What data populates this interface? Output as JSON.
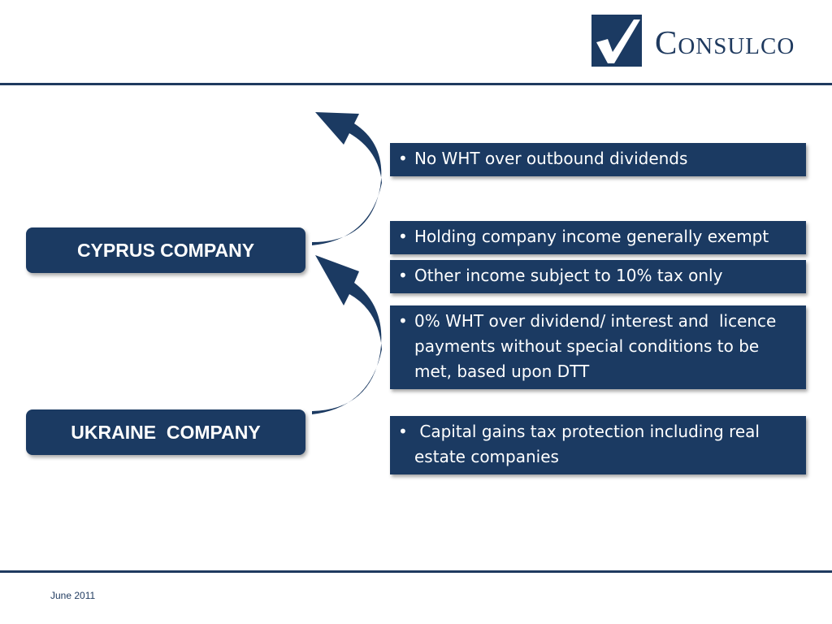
{
  "brand": {
    "name": "Consulco",
    "colors": {
      "navy": "#1b3a62",
      "rule": "#1f3a5f",
      "white": "#ffffff"
    }
  },
  "companies": {
    "cyprus": "CYPRUS COMPANY",
    "ukraine": "UKRAINE  COMPANY"
  },
  "points": [
    {
      "bullet": "•",
      "text": "No WHT over outbound dividends"
    },
    {
      "bullet": "•",
      "text": "Holding company income generally exempt"
    },
    {
      "bullet": "•",
      "text": "Other income subject to 10% tax only"
    },
    {
      "bullet": "•",
      "text": "0% WHT over dividend/ interest and  licence payments without special conditions to be met, based upon DTT"
    },
    {
      "bullet": "•",
      "text": " Capital gains tax protection including real estate companies"
    }
  ],
  "footer": {
    "date": "June 2011"
  },
  "icons": {
    "logo": "checkmark-logo-icon",
    "flow": "curved-arrow-icon"
  }
}
